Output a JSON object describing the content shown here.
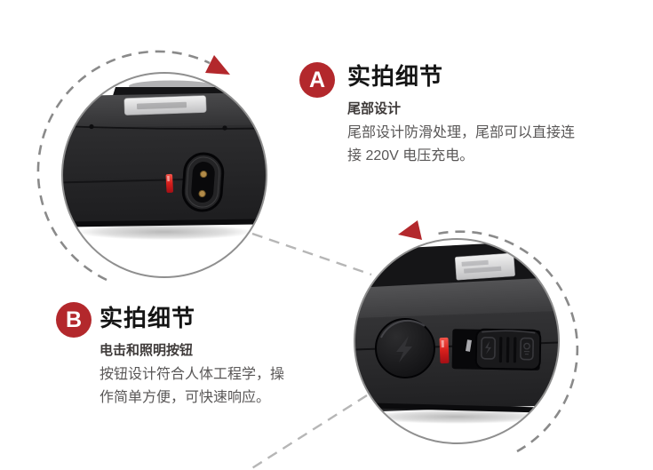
{
  "colors": {
    "background": "#ffffff",
    "accent_red": "#b3282c",
    "indicator_red": "#e0271f",
    "heading_text": "#151515",
    "subtitle_text": "#3e3a39",
    "body_text": "#595757",
    "circle_stroke": "#8f8f8f",
    "dash_stroke": "#8a8a8a",
    "connector_stroke": "#b6b6b6",
    "badge_text": "#ffffff"
  },
  "sections": {
    "a": {
      "badge_label": "A",
      "title": "实拍细节",
      "subtitle": "尾部设计",
      "body_lines": [
        "尾部设计防滑处理，尾部可以直接连",
        "接 220V 电压充电。"
      ]
    },
    "b": {
      "badge_label": "B",
      "title": "实拍细节",
      "subtitle": "电击和照明按钮",
      "body_lines": [
        "按钮设计符合人体工程学，操",
        "作简单方便，可快速响应。"
      ]
    }
  }
}
